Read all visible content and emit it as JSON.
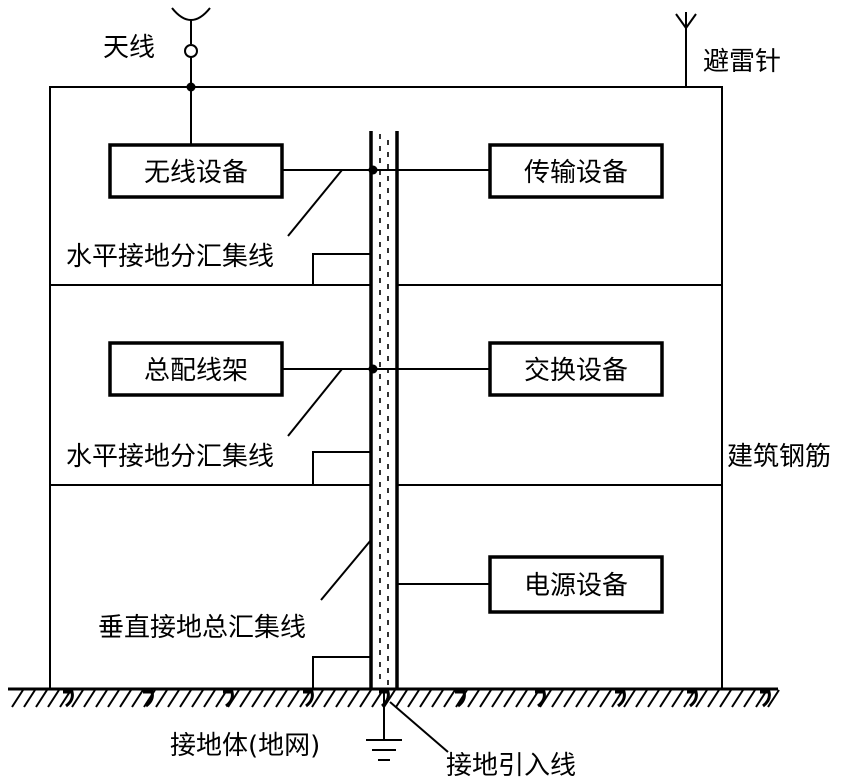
{
  "labels": {
    "antenna": "天线",
    "lightning_rod": "避雷针",
    "horizontal_bus_1": "水平接地分汇集线",
    "horizontal_bus_2": "水平接地分汇集线",
    "building_rebar": "建筑钢筋",
    "vertical_bus": "垂直接地总汇集线",
    "earth_electrode": "接地体(地网)",
    "earth_lead": "接地引入线"
  },
  "equipment": {
    "wireless": "无线设备",
    "transmission": "传输设备",
    "distribution_frame": "总配线架",
    "switching": "交换设备",
    "power": "电源设备"
  }
}
